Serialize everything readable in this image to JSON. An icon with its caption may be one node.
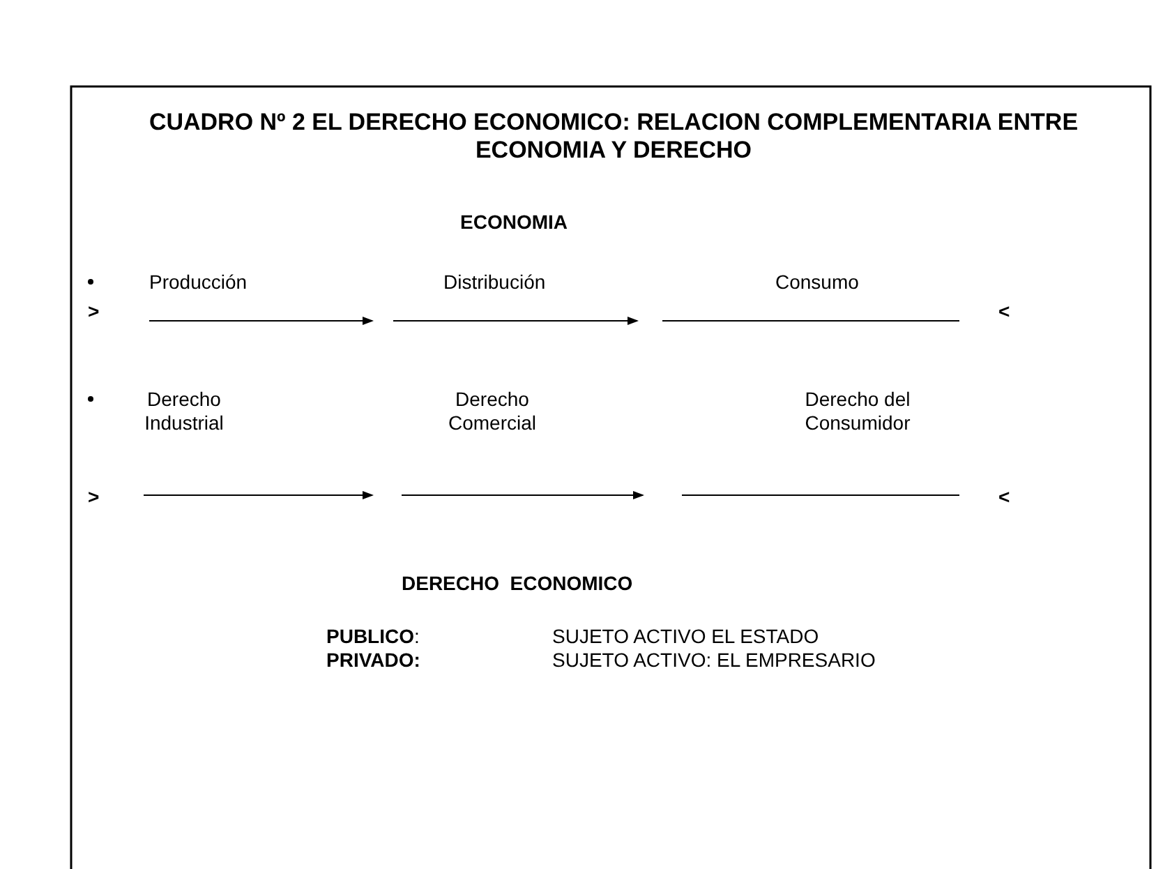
{
  "diagram": {
    "title": "CUADRO Nº 2 EL DERECHO ECONOMICO: RELACION COMPLEMENTARIA ENTRE ECONOMIA Y DERECHO",
    "labels": [
      "ECONOMIA",
      "Producción",
      "Distribución",
      "Consumo",
      ">",
      "<",
      "Derecho Industrial",
      "Derecho Comercial",
      "Derecho del Consumidor",
      ">",
      "<",
      "DERECHO  ECONOMICO",
      "**PUBLICO**:",
      "SUJETO ACTIVO EL ESTADO",
      "PRIVADO:",
      "SUJETO ACTIVO: EL EMPRESARIO"
    ]
  }
}
